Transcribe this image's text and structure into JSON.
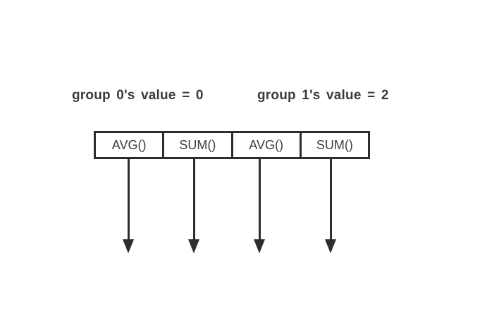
{
  "diagram": {
    "colors": {
      "background": "#ffffff",
      "line": "#2d2d2d",
      "text": "#3c3c3c"
    },
    "group_labels": [
      {
        "text": "group 0's value = 0"
      },
      {
        "text": "group 1's value = 2"
      }
    ],
    "function_cells": [
      {
        "label": "AVG()"
      },
      {
        "label": "SUM()"
      },
      {
        "label": "AVG()"
      },
      {
        "label": "SUM()"
      }
    ]
  }
}
